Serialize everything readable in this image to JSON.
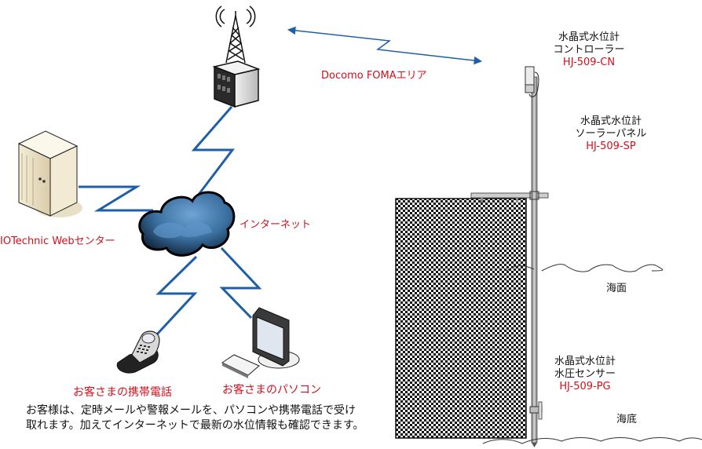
{
  "colors": {
    "link_blue": "#1f5fa8",
    "label_red": "#d0101c",
    "text_black": "#111111"
  },
  "labels": {
    "foma_area": "Docomo FOMAエリア",
    "internet": "インターネット",
    "web_center": "IOTechnic Webセンター",
    "customer_phone": "お客さまの携帯電話",
    "customer_pc": "お客さまのパソコン",
    "sea_surface": "海面",
    "sea_bottom": "海底"
  },
  "devices": {
    "controller": {
      "line1": "水晶式水位計",
      "line2": "コントローラー",
      "model": "HJ-509-CN"
    },
    "solar_panel": {
      "line1": "水晶式水位計",
      "line2": "ソーラーパネル",
      "model": "HJ-509-SP"
    },
    "pressure_sensor": {
      "line1": "水晶式水位計",
      "line2": "水圧センサー",
      "model": "HJ-509-PG"
    }
  },
  "caption": {
    "line1": "お客様は、定時メールや警報メールを、パソコンや携帯電話で受け",
    "line2": "取れます。加えてインターネットで最新の水位情報も確認できます。"
  }
}
